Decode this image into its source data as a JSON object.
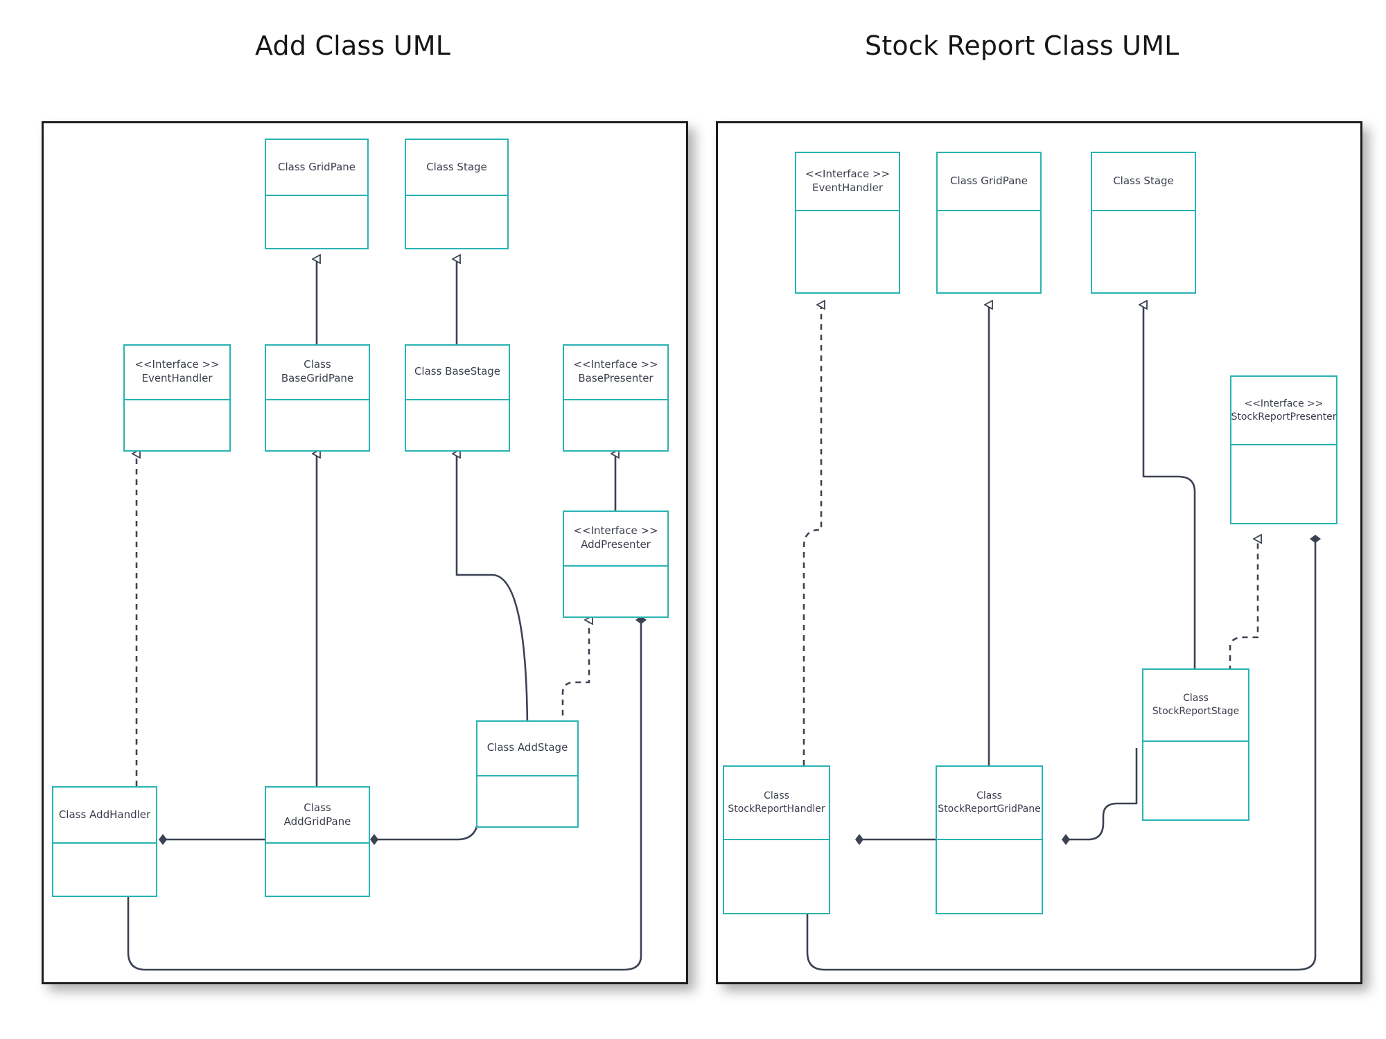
{
  "panels": [
    {
      "title": "Add Class UML",
      "nodes": [
        {
          "key": "gridpane",
          "label": "Class GridPane"
        },
        {
          "key": "stage",
          "label": "Class Stage"
        },
        {
          "key": "eventhandler",
          "label": "<<Interface >>\nEventHandler"
        },
        {
          "key": "basegridpane",
          "label": "Class BaseGridPane"
        },
        {
          "key": "basestage",
          "label": "Class BaseStage"
        },
        {
          "key": "basepresenter",
          "label": "<<Interface >>\nBasePresenter"
        },
        {
          "key": "addpresenter",
          "label": "<<Interface >>\nAddPresenter"
        },
        {
          "key": "addstage",
          "label": "Class AddStage"
        },
        {
          "key": "addhandler",
          "label": "Class AddHandler"
        },
        {
          "key": "addgridpane",
          "label": "Class AddGridPane"
        }
      ]
    },
    {
      "title": "Stock Report Class UML",
      "nodes": [
        {
          "key": "eventhandler",
          "label": "<<Interface >>\nEventHandler"
        },
        {
          "key": "gridpane",
          "label": "Class GridPane"
        },
        {
          "key": "stage",
          "label": "Class Stage"
        },
        {
          "key": "srpresenter",
          "label": "<<Interface >>\nStockReportPresenter"
        },
        {
          "key": "srstage",
          "label": "Class\nStockReportStage"
        },
        {
          "key": "srhandler",
          "label": "Class\nStockReportHandler"
        },
        {
          "key": "srgridpane",
          "label": "Class\nStockReportGridPane"
        }
      ]
    }
  ],
  "colors": {
    "node_border": "#29b3b3",
    "connector": "#3b4252",
    "sheet_border": "#1d1d1d",
    "text": "#3b3f4d",
    "title": "#161616"
  },
  "legend": {
    "inheritance": "solid line with hollow triangle arrowhead",
    "realization": "dashed line with hollow triangle arrowhead",
    "composition": "solid line with filled diamond"
  }
}
